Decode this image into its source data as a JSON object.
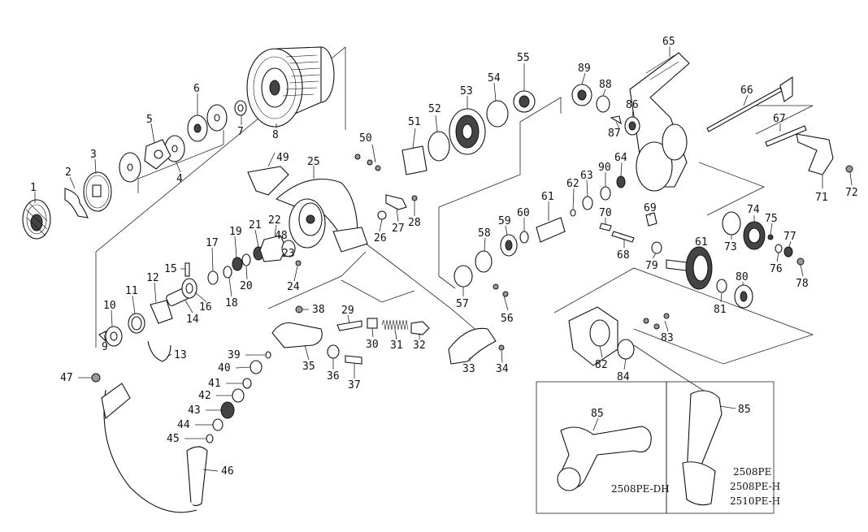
{
  "diagram": {
    "part_numbers": [
      "1",
      "2",
      "3",
      "4",
      "5",
      "6",
      "7",
      "8",
      "9",
      "10",
      "11",
      "12",
      "13",
      "14",
      "15",
      "16",
      "17",
      "18",
      "19",
      "20",
      "21",
      "22",
      "23",
      "24",
      "25",
      "26",
      "27",
      "28",
      "29",
      "30",
      "31",
      "32",
      "33",
      "34",
      "35",
      "36",
      "37",
      "38",
      "39",
      "40",
      "41",
      "42",
      "43",
      "44",
      "45",
      "46",
      "47",
      "48",
      "49",
      "50",
      "51",
      "52",
      "53",
      "54",
      "55",
      "56",
      "57",
      "58",
      "59",
      "60",
      "61",
      "62",
      "63",
      "64",
      "65",
      "66",
      "67",
      "68",
      "69",
      "70",
      "71",
      "72",
      "73",
      "74",
      "75",
      "76",
      "77",
      "78",
      "79",
      "80",
      "81",
      "82",
      "83",
      "84",
      "85"
    ],
    "extra_labels": {
      "part_61_second": "61",
      "part_85_second": "85",
      "part_89": "89",
      "part_90": "90",
      "part_86": "86",
      "part_87": "87",
      "part_88": "88"
    },
    "model_labels": {
      "left_box": "2508PE-DH",
      "right_box_1": "2508PE",
      "right_box_2": "2508PE-H",
      "right_box_3": "2510PE-H"
    }
  }
}
